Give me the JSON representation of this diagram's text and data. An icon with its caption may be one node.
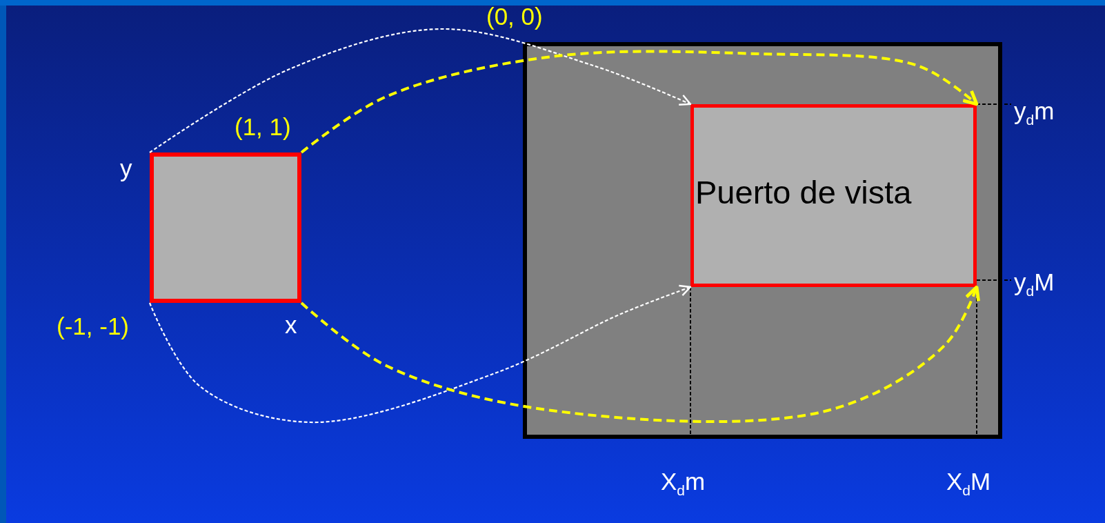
{
  "diagram": {
    "nodes": [
      {
        "text": [],
        "shape": "box"
      },
      {
        "text": [],
        "shape": "box"
      },
      {
        "text": [
          "Puerto de vista"
        ],
        "in": 0
      }
    ],
    "edges": [
      {
        "from": 1,
        "to": 2,
        "arrow": "to",
        "style": "dashed",
        "color": "#ffffff"
      },
      {
        "from": 1,
        "to": 2,
        "arrow": "to",
        "style": "dashed",
        "color": "#ffff00"
      },
      {
        "from": 1,
        "to": 2,
        "arrow": "to",
        "style": "dashed",
        "color": "#ffffff"
      },
      {
        "from": 1,
        "to": 2,
        "arrow": "to",
        "style": "dashed",
        "color": "#ffff00"
      }
    ],
    "labels": [
      "(0, 0)",
      "(1, 1)",
      "y",
      "y$_{d}$m",
      "y$_{d}$M",
      "(-1, -1)",
      "x",
      "X$_{d}$m",
      "X$_{d}$M"
    ]
  }
}
